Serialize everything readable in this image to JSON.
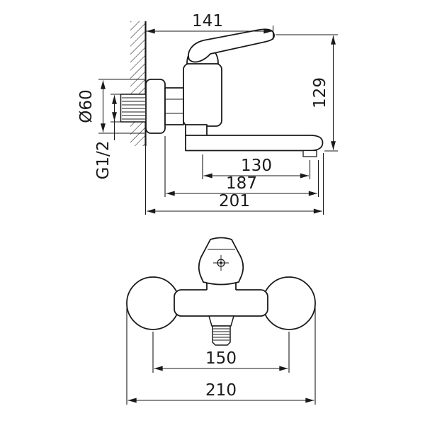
{
  "drawing": {
    "background": "#ffffff",
    "line_color": "#1a1a1a",
    "description": "wall-mounted single-lever mixer tap technical drawing, side view and front view",
    "labels": {
      "dim_141": "141",
      "dim_129": "129",
      "dim_d60": "Ø60",
      "dim_g12": "G1/2",
      "dim_130": "130",
      "dim_187": "187",
      "dim_201": "201",
      "dim_150": "150",
      "dim_210": "210"
    }
  }
}
